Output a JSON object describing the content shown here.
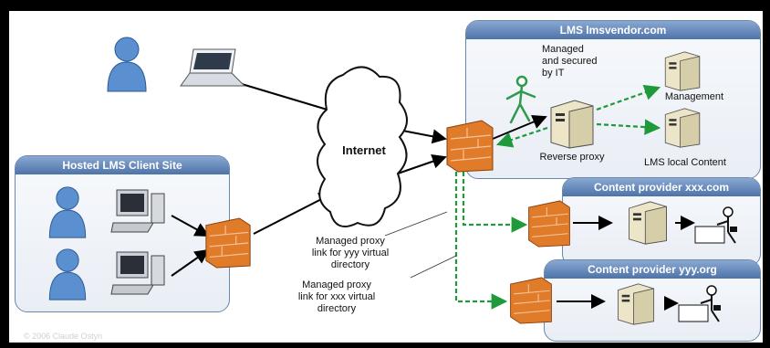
{
  "panels": {
    "lms_vendor": "LMS lmsvendor.com",
    "client_site": "Hosted LMS Client Site",
    "content_xxx": "Content provider xxx.com",
    "content_yyy": "Content provider yyy.org"
  },
  "labels": {
    "internet": "Internet",
    "managed_secured": [
      "Managed",
      "and secured",
      "by IT"
    ],
    "management": "Management",
    "reverse_proxy": "Reverse proxy",
    "lms_local_content": "LMS local Content",
    "proxy_yyy": [
      "Managed proxy",
      "link for yyy virtual",
      "directory"
    ],
    "proxy_xxx": [
      "Managed proxy",
      "link for xxx virtual",
      "directory"
    ]
  },
  "watermark": "© 2006 Claude Ostyn",
  "colors": {
    "panel_head": "#5b7fb3",
    "firewall": "#e07b2a",
    "dashed_link": "#1f9a3a",
    "arrow": "#000000"
  }
}
